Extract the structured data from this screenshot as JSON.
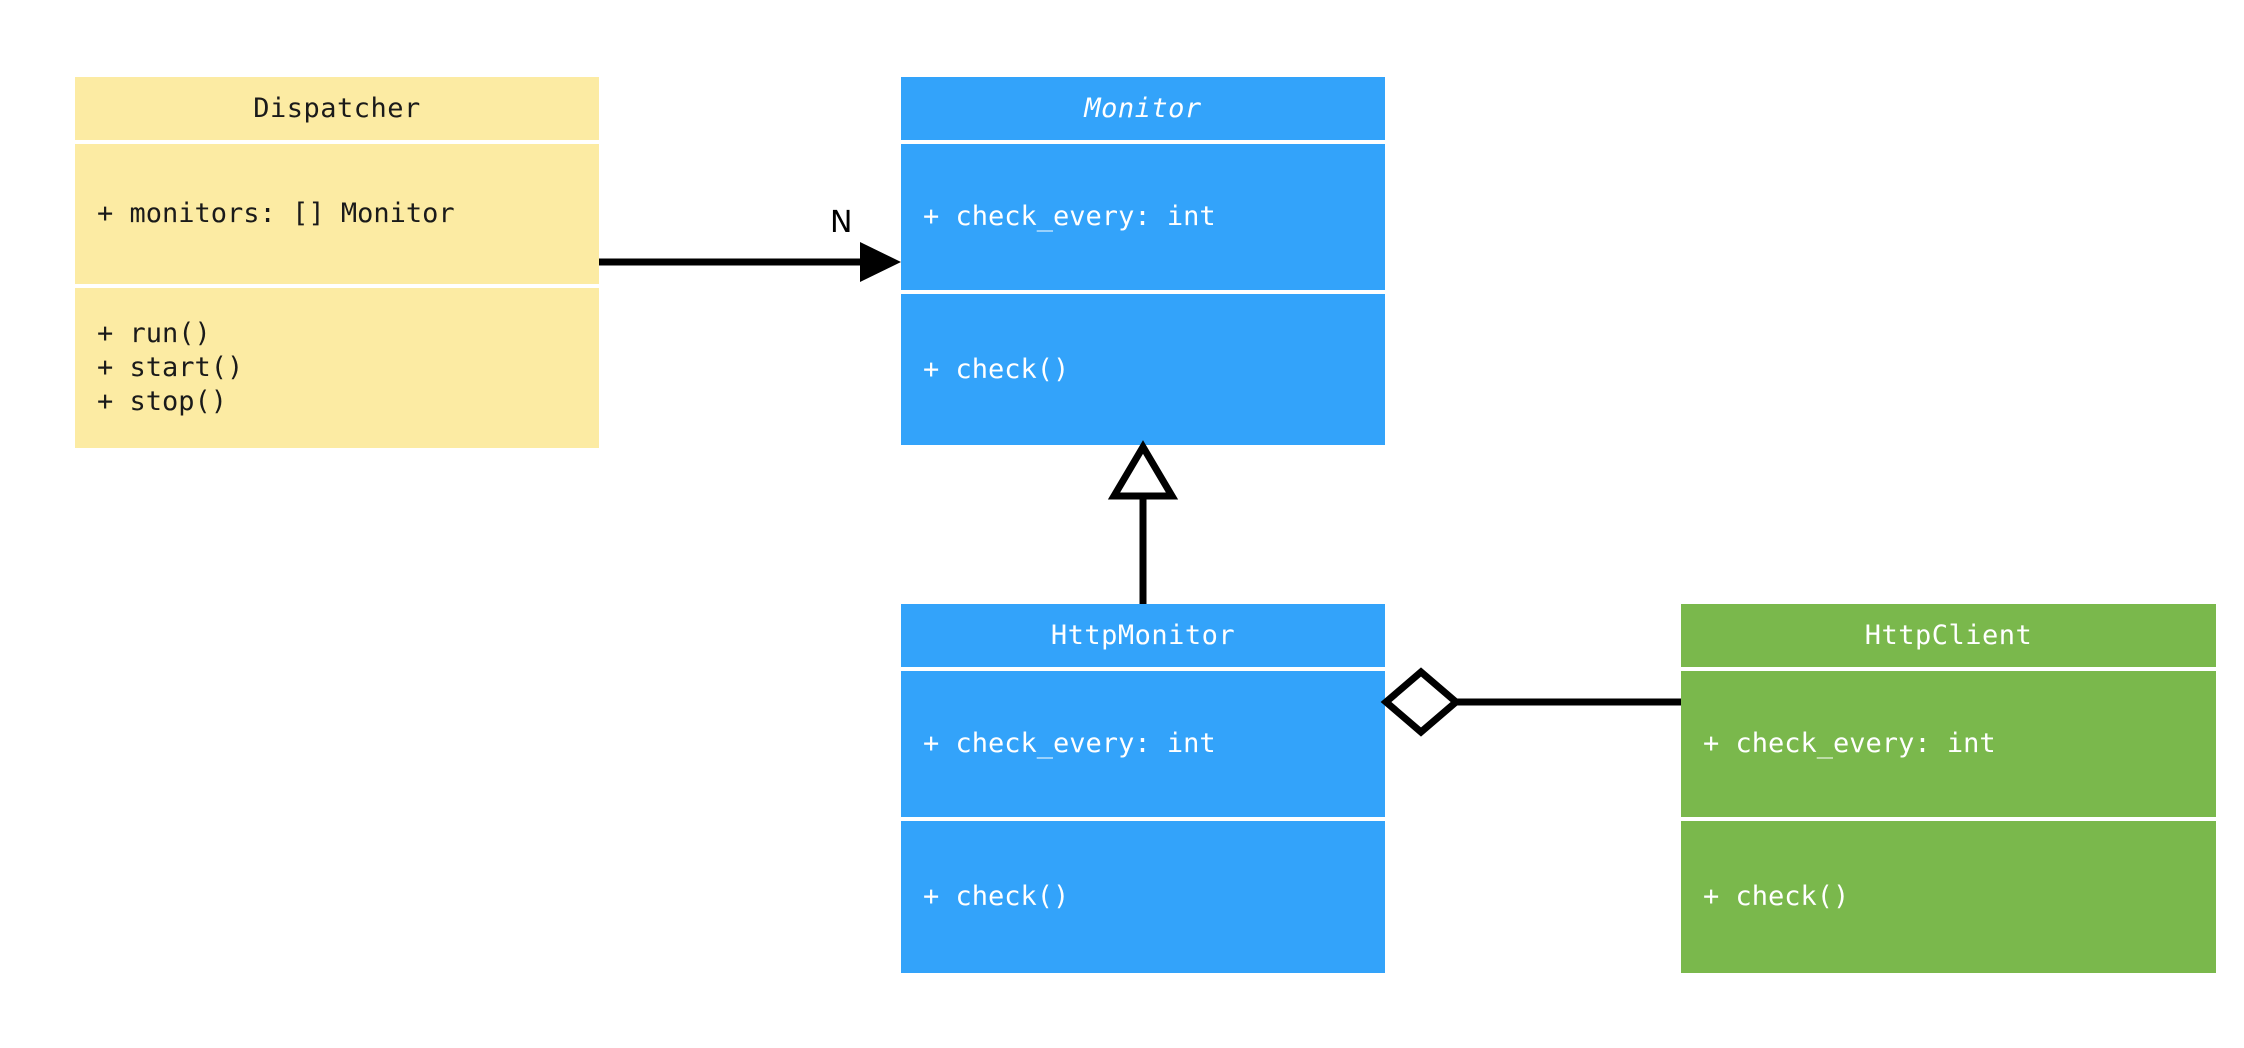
{
  "diagram": {
    "kind": "uml-class-diagram",
    "background": "#ffffff",
    "palette": {
      "yellow": "#fceba3",
      "blue": "#33a3fa",
      "green": "#7ab84c",
      "line": "#000000",
      "separator": "#ffffff"
    }
  },
  "classes": {
    "dispatcher": {
      "name": "Dispatcher",
      "abstract": false,
      "color": "#fceba3",
      "attributes": [
        "+ monitors: [] Monitor"
      ],
      "methods": [
        "+ run()",
        "+ start()",
        "+ stop()"
      ]
    },
    "monitor": {
      "name": "Monitor",
      "abstract": true,
      "color": "#33a3fa",
      "attributes": [
        "+ check_every: int"
      ],
      "methods": [
        "+ check()"
      ]
    },
    "http_monitor": {
      "name": "HttpMonitor",
      "abstract": false,
      "color": "#33a3fa",
      "attributes": [
        "+ check_every: int"
      ],
      "methods": [
        "+ check()"
      ]
    },
    "http_client": {
      "name": "HttpClient",
      "abstract": false,
      "color": "#7ab84c",
      "attributes": [
        "+ check_every: int"
      ],
      "methods": [
        "+ check()"
      ]
    }
  },
  "relationships": {
    "dispatcher_to_monitor": {
      "type": "association",
      "from": "Dispatcher",
      "to": "Monitor",
      "label": "N",
      "arrow": "filled-arrowhead"
    },
    "http_monitor_to_monitor": {
      "type": "generalization",
      "from": "HttpMonitor",
      "to": "Monitor",
      "label": "",
      "arrow": "hollow-triangle"
    },
    "http_monitor_to_http_client": {
      "type": "aggregation",
      "from": "HttpMonitor",
      "to": "HttpClient",
      "label": "",
      "arrow": "hollow-diamond"
    }
  }
}
